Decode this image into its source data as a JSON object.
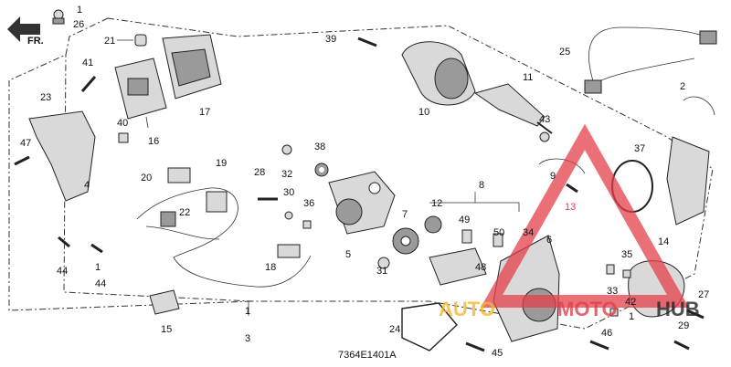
{
  "labels": {
    "front": "FR."
  },
  "diagram_code": "7364E1401A",
  "watermark": {
    "part1": "AUTO",
    "part2": "MOTO",
    "part3": "HUB"
  },
  "callouts": [
    {
      "text": "1",
      "color": "black"
    },
    {
      "text": "26",
      "color": "black"
    },
    {
      "text": "21",
      "color": "black"
    },
    {
      "text": "17",
      "color": "black"
    },
    {
      "text": "41",
      "color": "black"
    },
    {
      "text": "16",
      "color": "black"
    },
    {
      "text": "40",
      "color": "black"
    },
    {
      "text": "23",
      "color": "black"
    },
    {
      "text": "47",
      "color": "black"
    },
    {
      "text": "4",
      "color": "black"
    },
    {
      "text": "44",
      "color": "black"
    },
    {
      "text": "1",
      "color": "black"
    },
    {
      "text": "44",
      "color": "black"
    },
    {
      "text": "15",
      "color": "black"
    },
    {
      "text": "20",
      "color": "black"
    },
    {
      "text": "19",
      "color": "black"
    },
    {
      "text": "22",
      "color": "black"
    },
    {
      "text": "18",
      "color": "black"
    },
    {
      "text": "28",
      "color": "black"
    },
    {
      "text": "30",
      "color": "black"
    },
    {
      "text": "32",
      "color": "black"
    },
    {
      "text": "38",
      "color": "black"
    },
    {
      "text": "36",
      "color": "black"
    },
    {
      "text": "5",
      "color": "black"
    },
    {
      "text": "39",
      "color": "black"
    },
    {
      "text": "10",
      "color": "black"
    },
    {
      "text": "11",
      "color": "black"
    },
    {
      "text": "43",
      "color": "black"
    },
    {
      "text": "8",
      "color": "black"
    },
    {
      "text": "12",
      "color": "black"
    },
    {
      "text": "7",
      "color": "black"
    },
    {
      "text": "49",
      "color": "black"
    },
    {
      "text": "50",
      "color": "black"
    },
    {
      "text": "31",
      "color": "black"
    },
    {
      "text": "48",
      "color": "black"
    },
    {
      "text": "34",
      "color": "black"
    },
    {
      "text": "6",
      "color": "black"
    },
    {
      "text": "9",
      "color": "black"
    },
    {
      "text": "13",
      "color": "red"
    },
    {
      "text": "37",
      "color": "black"
    },
    {
      "text": "2",
      "color": "black"
    },
    {
      "text": "25",
      "color": "black"
    },
    {
      "text": "14",
      "color": "black"
    },
    {
      "text": "35",
      "color": "black"
    },
    {
      "text": "33",
      "color": "black"
    },
    {
      "text": "42",
      "color": "black"
    },
    {
      "text": "1",
      "color": "black"
    },
    {
      "text": "27",
      "color": "black"
    },
    {
      "text": "29",
      "color": "black"
    },
    {
      "text": "46",
      "color": "black"
    },
    {
      "text": "24",
      "color": "black"
    },
    {
      "text": "45",
      "color": "black"
    },
    {
      "text": "1",
      "color": "black"
    },
    {
      "text": "3",
      "color": "black"
    }
  ]
}
